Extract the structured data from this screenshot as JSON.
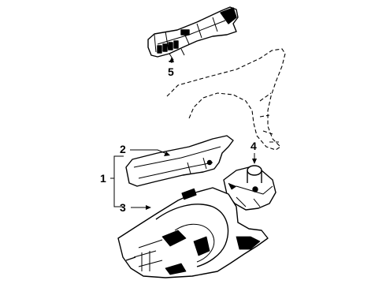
{
  "callouts": [
    {
      "id": "1",
      "label": "1"
    },
    {
      "id": "2",
      "label": "2"
    },
    {
      "id": "3",
      "label": "3"
    },
    {
      "id": "4",
      "label": "4"
    },
    {
      "id": "5",
      "label": "5"
    }
  ],
  "colors": {
    "ink": "#000000",
    "background": "#ffffff"
  }
}
